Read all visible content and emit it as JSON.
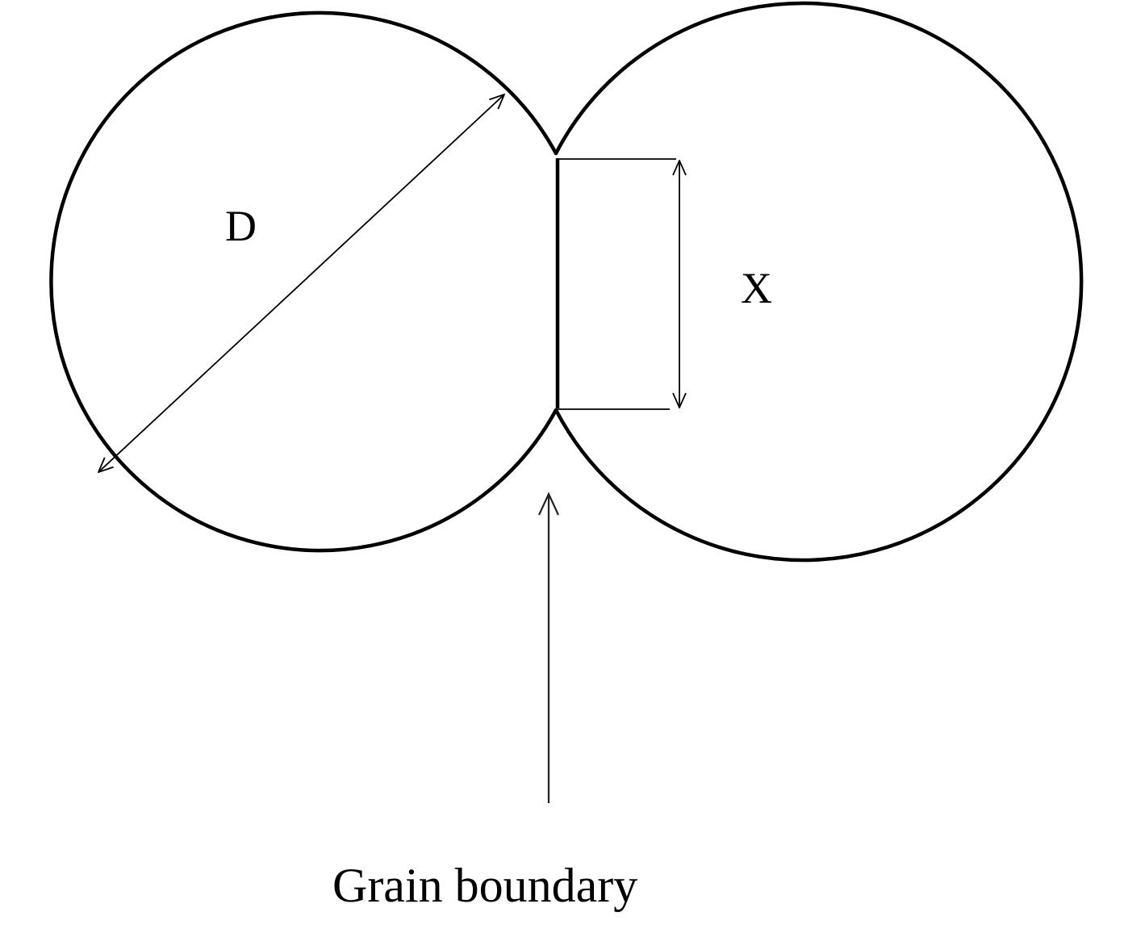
{
  "labels": {
    "diameter": "D",
    "neck_width": "X",
    "caption": "Grain boundary"
  },
  "colors": {
    "stroke": "#000000",
    "background": "#ffffff"
  }
}
